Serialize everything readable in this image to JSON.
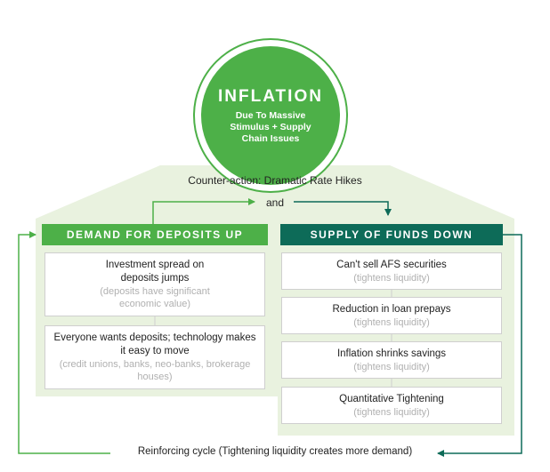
{
  "inflation": {
    "title": "INFLATION",
    "subtitle": "Due To Massive Stimulus + Supply Chain Issues"
  },
  "counter_action": "Counter-action: Dramatic Rate Hikes",
  "and_label": "and",
  "demand": {
    "header": "DEMAND FOR DEPOSITS UP",
    "items": [
      {
        "main": "Investment spread on deposits jumps",
        "note": "(deposits have significant economic value)"
      },
      {
        "main": "Everyone wants deposits; technology makes it easy to move",
        "note": "(credit unions, banks, neo-banks, brokerage houses)"
      }
    ]
  },
  "supply": {
    "header": "SUPPLY OF FUNDS DOWN",
    "items": [
      {
        "main": "Can't sell AFS securities",
        "note": "(tightens liquidity)"
      },
      {
        "main": "Reduction in loan prepays",
        "note": "(tightens liquidity)"
      },
      {
        "main": "Inflation shrinks savings",
        "note": "(tightens liquidity)"
      },
      {
        "main": "Quantitative Tightening",
        "note": "(tightens liquidity)"
      }
    ]
  },
  "cycle_label": "Reinforcing cycle (Tightening liquidity creates more demand)",
  "colors": {
    "light_green": "#4db048",
    "dark_teal": "#0d6b58",
    "panel_bg": "#e9f2df",
    "note_gray": "#b0b0b0"
  }
}
